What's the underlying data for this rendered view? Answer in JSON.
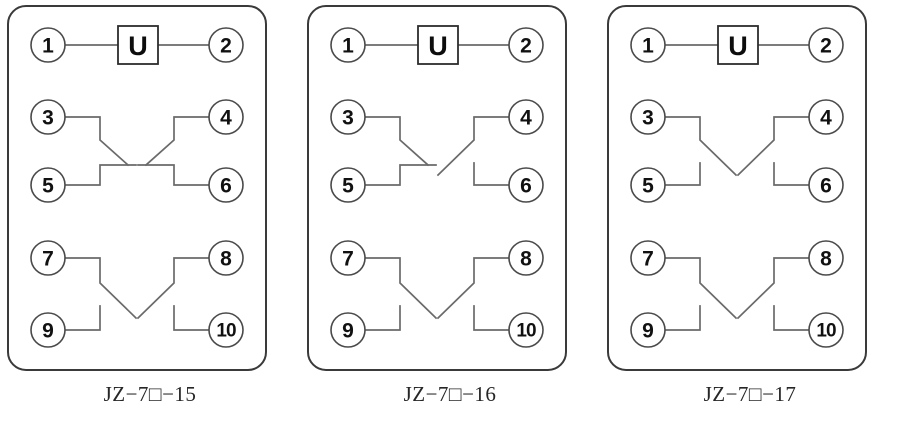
{
  "figure": {
    "title": "JZ-7 relay internal wiring diagrams",
    "panel_count": 3,
    "colors": {
      "background": "#ffffff",
      "case_outline": "#3a3a3a",
      "wire": "#6a6a6a",
      "terminal_outline": "#4a4a4a",
      "terminal_text": "#111111",
      "caption_text": "#262626"
    }
  },
  "panels": [
    {
      "caption": "JZ−7□−15",
      "coil": {
        "label": "U",
        "left_terminal": "1",
        "right_terminal": "2"
      },
      "terminals": [
        {
          "id": "1",
          "label": "1",
          "side": "left",
          "row": 1
        },
        {
          "id": "2",
          "label": "2",
          "side": "right",
          "row": 1
        },
        {
          "id": "3",
          "label": "3",
          "side": "left",
          "row": 2
        },
        {
          "id": "4",
          "label": "4",
          "side": "right",
          "row": 2
        },
        {
          "id": "5",
          "label": "5",
          "side": "left",
          "row": 3
        },
        {
          "id": "6",
          "label": "6",
          "side": "right",
          "row": 3
        },
        {
          "id": "7",
          "label": "7",
          "side": "left",
          "row": 4
        },
        {
          "id": "8",
          "label": "8",
          "side": "right",
          "row": 4
        },
        {
          "id": "9",
          "label": "9",
          "side": "left",
          "row": 5
        },
        {
          "id": "10",
          "label": "10",
          "side": "right",
          "row": 5
        }
      ],
      "contacts": [
        {
          "name": "contact-3-5",
          "terminals": [
            "3",
            "5"
          ],
          "side": "left",
          "group": "middle",
          "type": "changeover-closed"
        },
        {
          "name": "contact-4-6",
          "terminals": [
            "4",
            "6"
          ],
          "side": "right",
          "group": "middle",
          "type": "changeover-closed"
        },
        {
          "name": "contact-7-9",
          "terminals": [
            "7",
            "9"
          ],
          "side": "left",
          "group": "bottom",
          "type": "normally-open"
        },
        {
          "name": "contact-8-10",
          "terminals": [
            "8",
            "10"
          ],
          "side": "right",
          "group": "bottom",
          "type": "normally-open"
        }
      ]
    },
    {
      "caption": "JZ−7□−16",
      "coil": {
        "label": "U",
        "left_terminal": "1",
        "right_terminal": "2"
      },
      "terminals": [
        {
          "id": "1",
          "label": "1",
          "side": "left",
          "row": 1
        },
        {
          "id": "2",
          "label": "2",
          "side": "right",
          "row": 1
        },
        {
          "id": "3",
          "label": "3",
          "side": "left",
          "row": 2
        },
        {
          "id": "4",
          "label": "4",
          "side": "right",
          "row": 2
        },
        {
          "id": "5",
          "label": "5",
          "side": "left",
          "row": 3
        },
        {
          "id": "6",
          "label": "6",
          "side": "right",
          "row": 3
        },
        {
          "id": "7",
          "label": "7",
          "side": "left",
          "row": 4
        },
        {
          "id": "8",
          "label": "8",
          "side": "right",
          "row": 4
        },
        {
          "id": "9",
          "label": "9",
          "side": "left",
          "row": 5
        },
        {
          "id": "10",
          "label": "10",
          "side": "right",
          "row": 5
        }
      ],
      "contacts": [
        {
          "name": "contact-3-5",
          "terminals": [
            "3",
            "5"
          ],
          "side": "left",
          "group": "middle",
          "type": "changeover-closed"
        },
        {
          "name": "contact-4-6",
          "terminals": [
            "4",
            "6"
          ],
          "side": "right",
          "group": "middle",
          "type": "normally-open"
        },
        {
          "name": "contact-7-9",
          "terminals": [
            "7",
            "9"
          ],
          "side": "left",
          "group": "bottom",
          "type": "normally-open"
        },
        {
          "name": "contact-8-10",
          "terminals": [
            "8",
            "10"
          ],
          "side": "right",
          "group": "bottom",
          "type": "normally-open"
        }
      ]
    },
    {
      "caption": "JZ−7□−17",
      "coil": {
        "label": "U",
        "left_terminal": "1",
        "right_terminal": "2"
      },
      "terminals": [
        {
          "id": "1",
          "label": "1",
          "side": "left",
          "row": 1
        },
        {
          "id": "2",
          "label": "2",
          "side": "right",
          "row": 1
        },
        {
          "id": "3",
          "label": "3",
          "side": "left",
          "row": 2
        },
        {
          "id": "4",
          "label": "4",
          "side": "right",
          "row": 2
        },
        {
          "id": "5",
          "label": "5",
          "side": "left",
          "row": 3
        },
        {
          "id": "6",
          "label": "6",
          "side": "right",
          "row": 3
        },
        {
          "id": "7",
          "label": "7",
          "side": "left",
          "row": 4
        },
        {
          "id": "8",
          "label": "8",
          "side": "right",
          "row": 4
        },
        {
          "id": "9",
          "label": "9",
          "side": "left",
          "row": 5
        },
        {
          "id": "10",
          "label": "10",
          "side": "right",
          "row": 5
        }
      ],
      "contacts": [
        {
          "name": "contact-3-5",
          "terminals": [
            "3",
            "5"
          ],
          "side": "left",
          "group": "middle",
          "type": "normally-open"
        },
        {
          "name": "contact-4-6",
          "terminals": [
            "4",
            "6"
          ],
          "side": "right",
          "group": "middle",
          "type": "normally-open"
        },
        {
          "name": "contact-7-9",
          "terminals": [
            "7",
            "9"
          ],
          "side": "left",
          "group": "bottom",
          "type": "normally-open"
        },
        {
          "name": "contact-8-10",
          "terminals": [
            "8",
            "10"
          ],
          "side": "right",
          "group": "bottom",
          "type": "normally-open"
        }
      ]
    }
  ]
}
